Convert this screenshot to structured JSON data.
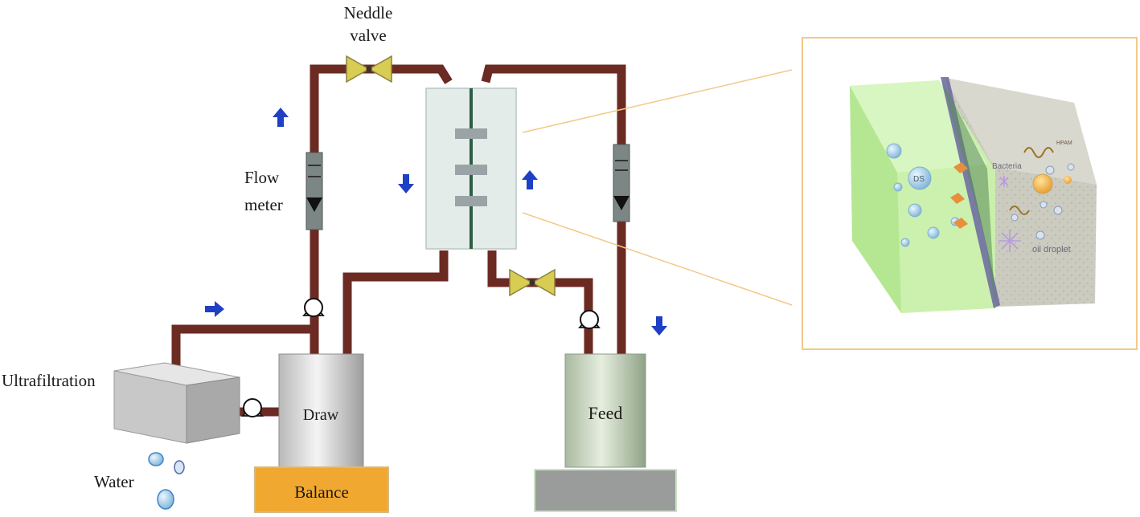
{
  "labels": {
    "needle_valve_line1": "Neddle",
    "needle_valve_line2": "valve",
    "flow_meter_line1": "Flow",
    "flow_meter_line2": "meter",
    "ultrafiltration": "Ultrafiltration",
    "water": "Water",
    "draw": "Draw",
    "feed": "Feed",
    "balance": "Balance"
  },
  "inset_labels": {
    "ds": "DS",
    "hpam": "HPAM",
    "bacteria": "Bacteria",
    "oil_droplet": "oil droplet"
  },
  "icons": {
    "arrow": "blue-arrow-icon",
    "pump": "pump-icon",
    "valve": "needle-valve-icon",
    "flow_meter": "flow-meter-icon"
  },
  "colors": {
    "pipe": "#6b2a22",
    "arrow": "#1f3fc4",
    "valve": "#d8cc52",
    "balance": "#f0a830",
    "inset_border": "#f3c98a",
    "draw_side": "#c6f0a8",
    "feed_side": "#c7c7bc"
  }
}
